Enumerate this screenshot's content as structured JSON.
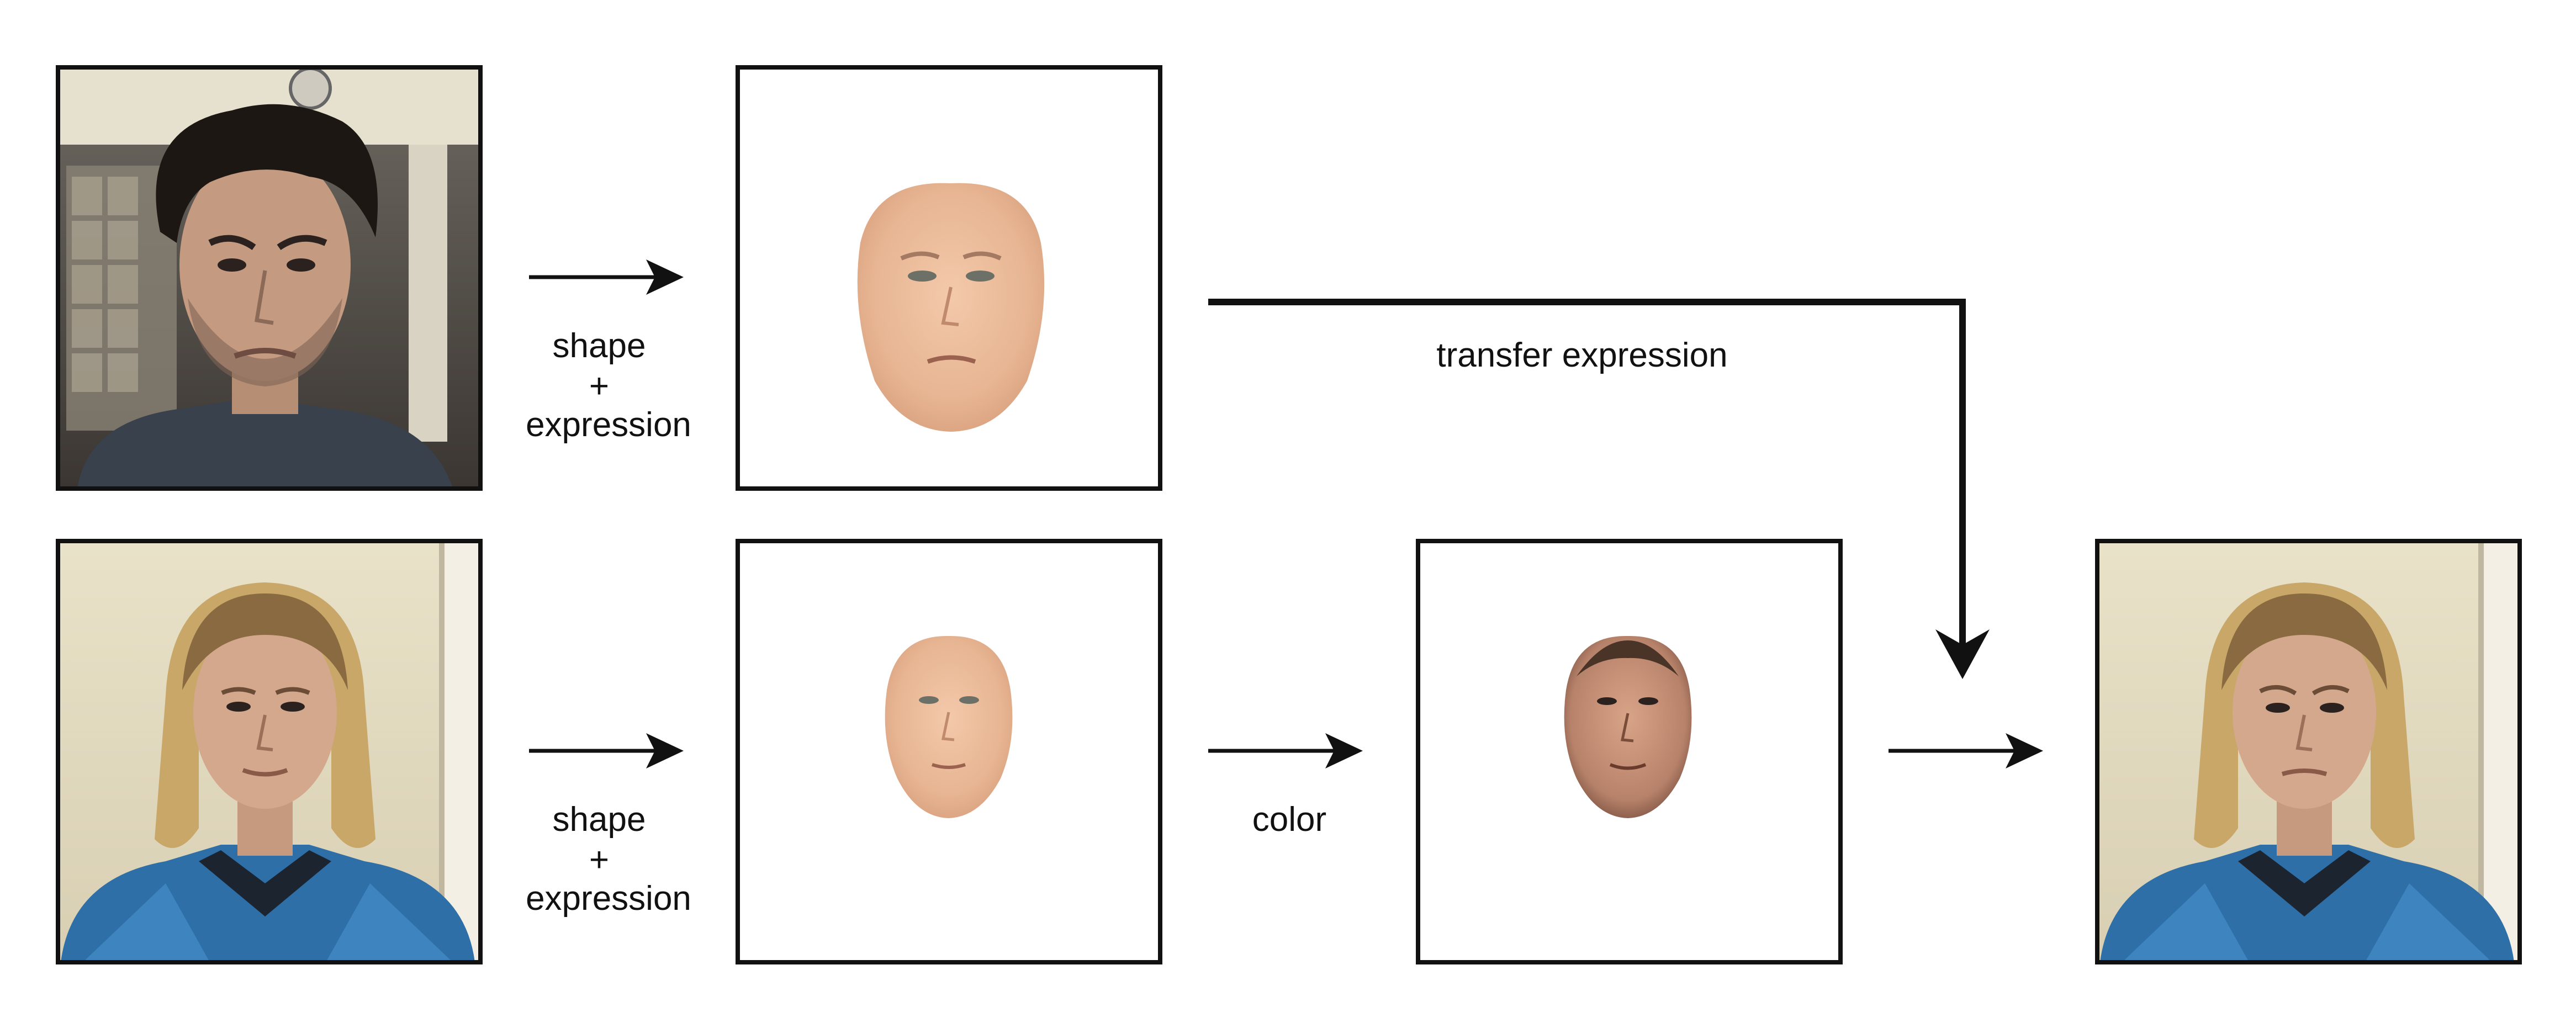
{
  "labels": {
    "top_arrow": [
      "shape",
      "+",
      "expression"
    ],
    "bottom_arrow": [
      "shape",
      "+",
      "expression"
    ],
    "color": "color",
    "transfer": "transfer expression"
  },
  "panels": {
    "source_photo": {
      "person": "source",
      "hair": "dark curly",
      "shirt": "dark blue t-shirt"
    },
    "source_model": {
      "render": "3D face model with expression"
    },
    "target_photo": {
      "person": "target",
      "hair": "long blond",
      "shirt": "blue sports jersey"
    },
    "target_model": {
      "render": "neutral 3D face model"
    },
    "colored_model": {
      "render": "textured 3D face model"
    },
    "result_photo": {
      "person": "target with transferred expression"
    }
  },
  "colors": {
    "frame": "#111111",
    "arrow": "#111111",
    "skin_model": "#e8b896",
    "skin_textured": "#c9957a",
    "jersey": "#2e6fa8"
  }
}
